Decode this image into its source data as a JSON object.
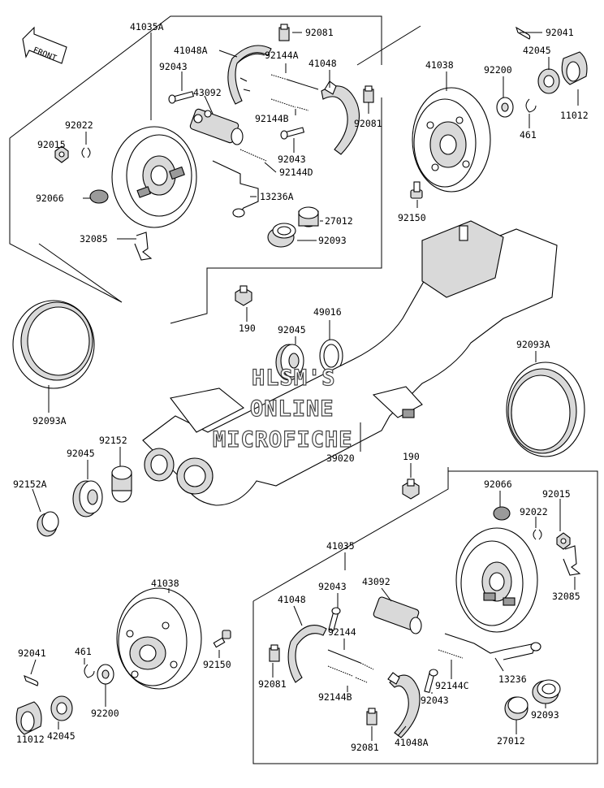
{
  "front_label": "FRONT",
  "watermark": [
    "HLSM'S",
    "ONLINE",
    "MICROFICHE"
  ],
  "labels": {
    "41035A": "41035A",
    "41048A_top": "41048A",
    "92081_top1": "92081",
    "92041_top": "92041",
    "92043_top1": "92043",
    "92144A": "92144A",
    "41048_top": "41048",
    "41038_top": "41038",
    "42045_top": "42045",
    "92200_top": "92200",
    "11012_top": "11012",
    "43092_top": "43092",
    "92022_top": "92022",
    "92015_top": "92015",
    "92144B_top": "92144B",
    "92081_top2": "92081",
    "461_top": "461",
    "92043_top2": "92043",
    "92144D": "92144D",
    "92066_top": "92066",
    "13236A": "13236A",
    "92150_top": "92150",
    "27012_top": "27012",
    "32085_top": "32085",
    "92093_top": "92093",
    "190_top": "190",
    "49016": "49016",
    "92045_mid": "92045",
    "92093A_right": "92093A",
    "92093A_left": "92093A",
    "92152": "92152",
    "92045_left": "92045",
    "39020": "39020",
    "92152A": "92152A",
    "190_bot": "190",
    "92066_bot": "92066",
    "92015_bot": "92015",
    "92022_bot": "92022",
    "41035": "41035",
    "32085_bot": "32085",
    "41038_bot": "41038",
    "92043_bot1": "92043",
    "43092_bot": "43092",
    "41048_bot": "41048",
    "92144": "92144",
    "92150_bot": "92150",
    "92041_bot": "92041",
    "461_bot": "461",
    "92081_bot1": "92081",
    "92144B_bot": "92144B",
    "92144C": "92144C",
    "13236": "13236",
    "92200_bot": "92200",
    "92043_bot2": "92043",
    "42045_bot": "42045",
    "92093_bot": "92093",
    "11012_bot": "11012",
    "92081_bot2": "92081",
    "41048A_bot": "41048A",
    "27012_bot": "27012"
  }
}
